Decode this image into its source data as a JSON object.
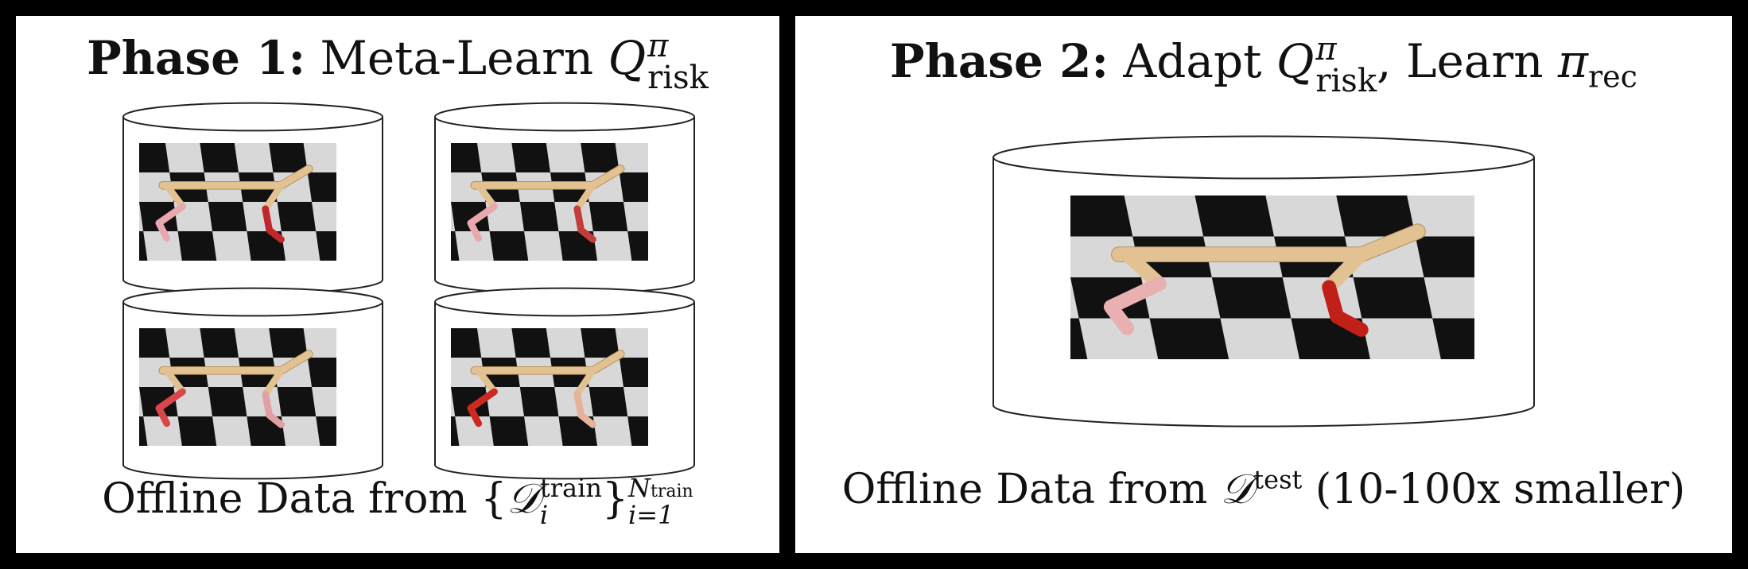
{
  "phase1": {
    "title_bold": "Phase 1:",
    "title_text": "Meta-Learn",
    "title_symbol": "Q",
    "title_sup": "π",
    "title_sub": "risk",
    "caption_prefix": "Offline Data from",
    "caption_set_open": "{",
    "caption_D": "𝒟",
    "caption_sup": "train",
    "caption_sub": "i",
    "caption_set_close": "}",
    "caption_outer_sup": "N",
    "caption_outer_sup_sub": "train",
    "caption_outer_sub": "i=1",
    "datasets": [
      {
        "id": 1,
        "left_leg_color": "#e8a8ad",
        "right_leg_color": "#c0262a"
      },
      {
        "id": 2,
        "left_leg_color": "#e8a8ad",
        "right_leg_color": "#c63b3b"
      },
      {
        "id": 3,
        "left_leg_color": "#d8464b",
        "right_leg_color": "#e0a0a4"
      },
      {
        "id": 4,
        "left_leg_color": "#cc2a20",
        "right_leg_color": "#e4b39a"
      }
    ]
  },
  "phase2": {
    "title_bold": "Phase 2:",
    "title_text": "Adapt",
    "title_symbol": "Q",
    "title_sup": "π",
    "title_sub": "risk",
    "title_sep": ", Learn",
    "title_pi": "π",
    "title_pi_sub": "rec",
    "caption_prefix": "Offline Data from",
    "caption_D": "𝒟",
    "caption_sup": "test",
    "caption_suffix": "(10-100x smaller)",
    "dataset": {
      "left_leg_color": "#e8b0b0",
      "right_leg_color": "#c02018"
    }
  }
}
